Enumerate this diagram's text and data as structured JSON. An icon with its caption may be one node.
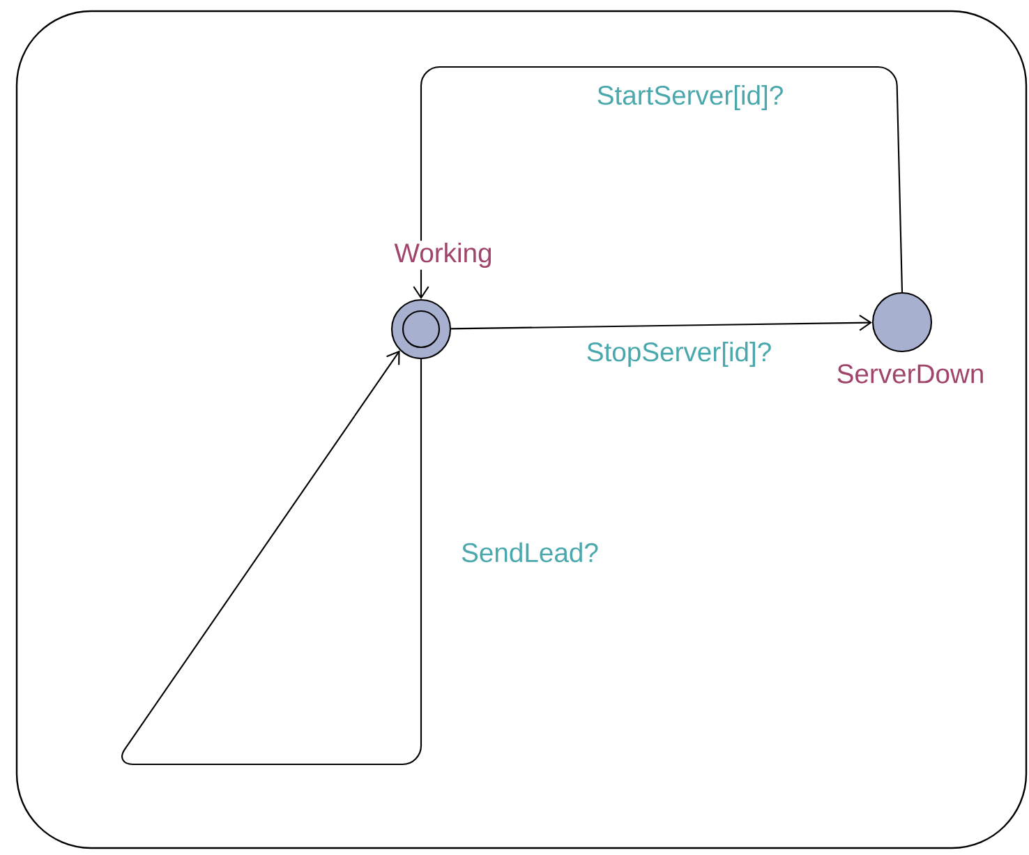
{
  "diagram": {
    "nodes": [
      {
        "text": [
          "Working"
        ]
      },
      {
        "text": [
          "ServerDown"
        ]
      }
    ],
    "edges": [
      {
        "from": 0,
        "to": 1,
        "arrow": "to",
        "label": "StopServer[id]?"
      },
      {
        "from": 1,
        "to": 0,
        "arrow": "to",
        "label": "StartServer[id]?"
      },
      {
        "from": 0,
        "to": 0,
        "arrow": "to",
        "label": "SendLead?"
      }
    ]
  }
}
